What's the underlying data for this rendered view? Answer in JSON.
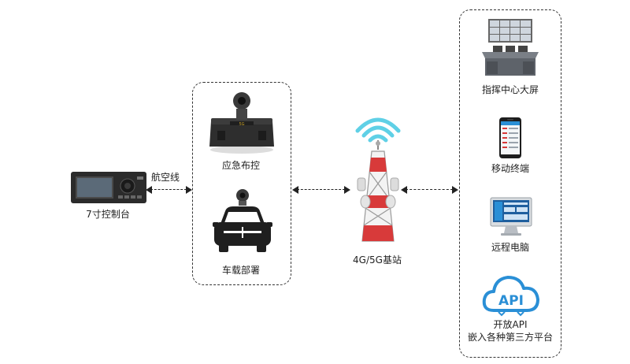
{
  "nodes": {
    "console": {
      "label": "7寸控制台"
    },
    "emergency": {
      "label": "应急布控"
    },
    "vehicle": {
      "label": "车载部署"
    },
    "tower": {
      "label": "4G/5G基站"
    },
    "command": {
      "label": "指挥中心大屏"
    },
    "mobile": {
      "label": "移动终端"
    },
    "pc": {
      "label": "远程电脑"
    },
    "api": {
      "label_line1": "开放API",
      "label_line2": "嵌入各种第三方平台",
      "icon_text": "API"
    }
  },
  "edges": {
    "cable": {
      "label": "航空线"
    }
  },
  "colors": {
    "accent_blue": "#2a8fd6",
    "wifi_cyan": "#5fd0e6",
    "tower_red": "#d83a3a"
  }
}
